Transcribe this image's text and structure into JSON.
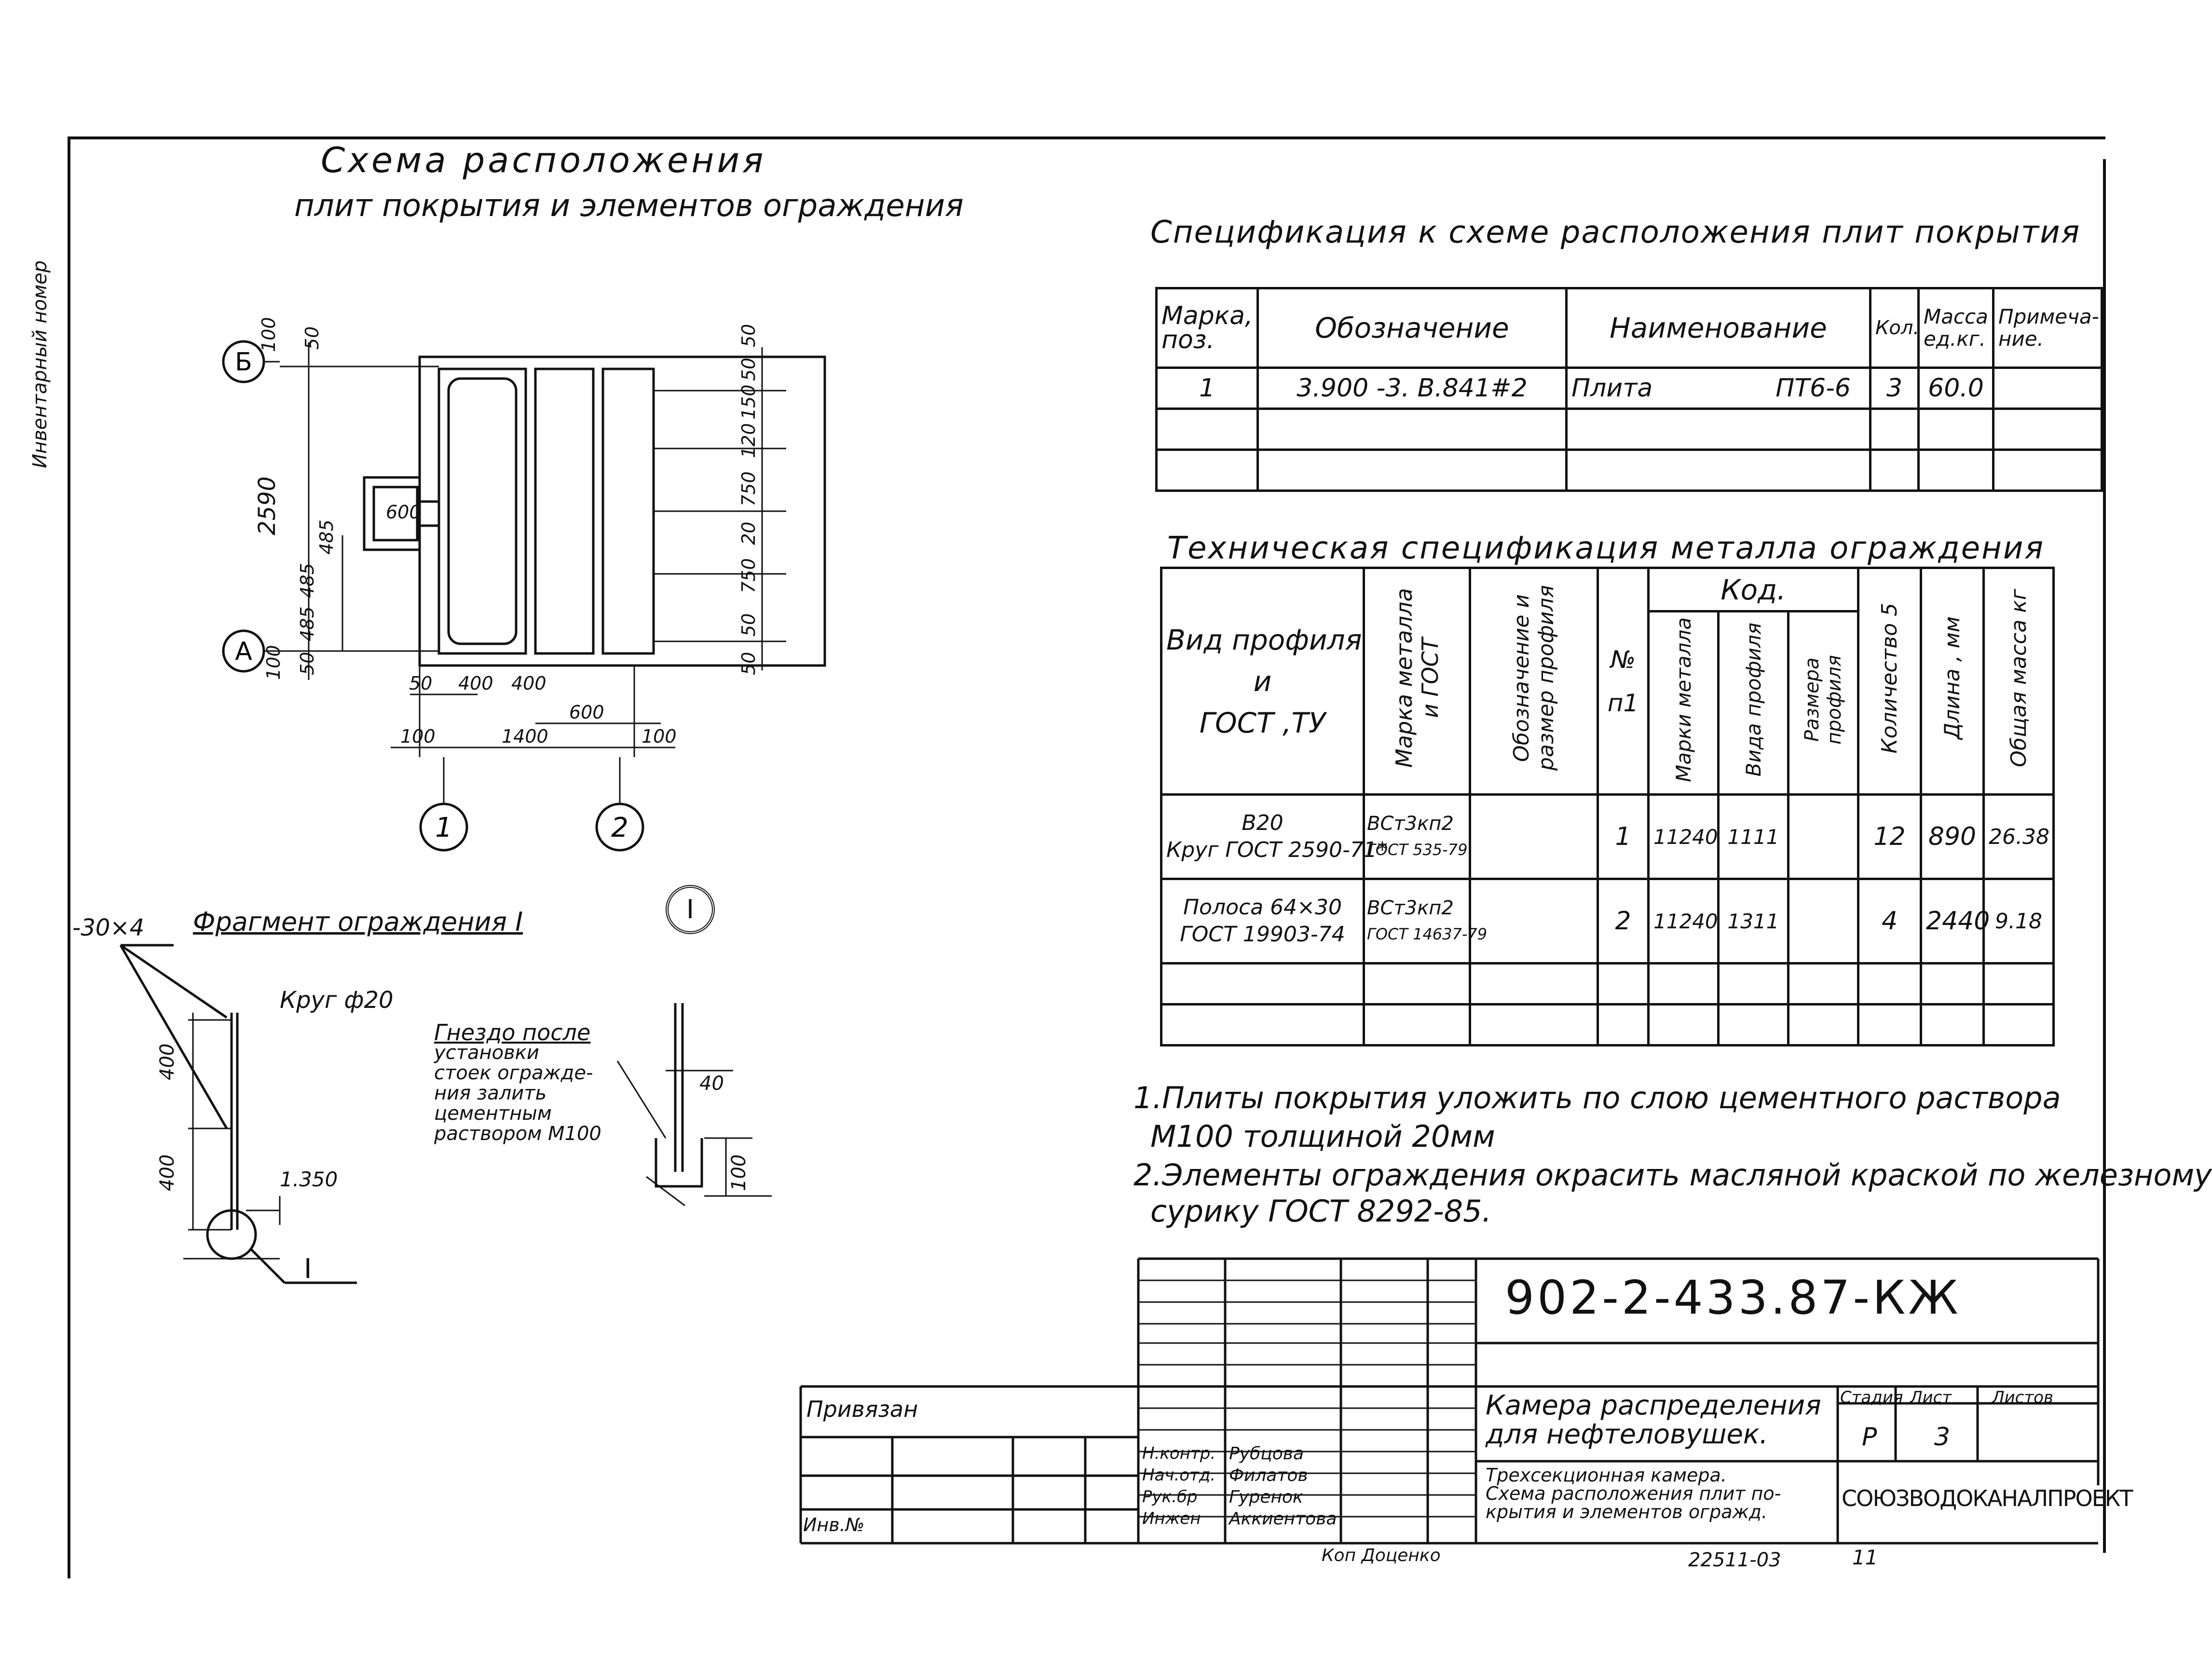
{
  "side_stamp": "Инвентарный номер",
  "scheme": {
    "title_line1": "Схема расположения",
    "title_line2": "плит покрытия и элементов ограждения",
    "axis_b": "Б",
    "axis_a": "А",
    "axis_1": "1",
    "axis_2": "2",
    "dims": {
      "d100_top": "100",
      "d50_top": "50",
      "d2590": "2590",
      "d485a": "485",
      "d485b": "485",
      "d485c": "485",
      "d600_box": "600",
      "d100_bot": "100",
      "d50_bot": "50",
      "r50_a": "50",
      "r50_b": "50",
      "r150": "150",
      "r120": "120",
      "r750_a": "750",
      "r20": "20",
      "r750_b": "750",
      "r50_c": "50",
      "r50_d": "50",
      "b50": "50",
      "b400a": "400",
      "b400b": "400",
      "b600": "600",
      "b100a": "100",
      "b1400": "1400",
      "b100b": "100"
    }
  },
  "fragment": {
    "title": "Фрагмент ограждения I",
    "strip_label": "-30×4",
    "round_label": "Круг ф20",
    "d400a": "400",
    "d400b": "400",
    "level": "1.350",
    "ref": "I",
    "callout": "I",
    "socket_note": [
      "Гнездо после",
      "установки",
      "стоек огражде-",
      "ния залить",
      "цементным",
      "раствором М100"
    ],
    "d40": "40",
    "d100": "100"
  },
  "spec1": {
    "title": "Спецификация к схеме расположения плит покрытия",
    "headers": [
      "Марка, поз.",
      "Обозначение",
      "Наименование",
      "Кол.",
      "Масса ед.кг.",
      "Примеча-ние."
    ],
    "rows": [
      {
        "mark": "1",
        "designation": "3.900 -3. В.841#2",
        "name": "Плита",
        "name_code": "ПТ6-6",
        "qty": "3",
        "mass": "60.0",
        "note": ""
      }
    ]
  },
  "spec2": {
    "title": "Техническая спецификация металла ограждения",
    "headers": {
      "profile": [
        "Вид профиля",
        "и",
        "ГОСТ ,ТУ"
      ],
      "steel": "Марка металла и ГОСТ",
      "designation": "Обозначение и размер профиля",
      "num": [
        "№",
        "п1"
      ],
      "code_group": "Код.",
      "code_steel": "Марки металла",
      "code_type": "Вида профиля",
      "code_size": "Размера профиля",
      "qty": "Количество 5",
      "length": "Длина , мм",
      "mass": "Общая масса кг"
    },
    "rows": [
      {
        "profile_a": "В20",
        "profile_b": "Круг ГОСТ 2590-71*",
        "steel_a": "ВСт3кп2",
        "steel_b": "ГОСТ 535-79",
        "designation": "",
        "num": "1",
        "code_steel": "11240",
        "code_type": "1111",
        "code_size": "",
        "qty": "12",
        "length": "890",
        "mass": "26.38"
      },
      {
        "profile_a": "Полоса 64×30",
        "profile_b": "ГОСТ 19903-74",
        "steel_a": "ВСт3кп2",
        "steel_b": "ГОСТ 14637-79",
        "designation": "",
        "num": "2",
        "code_steel": "11240",
        "code_type": "1311",
        "code_size": "",
        "qty": "4",
        "length": "2440",
        "mass": "9.18"
      }
    ]
  },
  "notes": {
    "n1_line1": "1.Плиты покрытия уложить по слою цементного раствора",
    "n1_line2": "М100 толщиной 20мм",
    "n2_line1": "2.Элементы ограждения окрасить масляной краской по железному",
    "n2_line2": "сурику ГОСТ 8292-85."
  },
  "titleblock": {
    "code": "902-2-433.87-КЖ",
    "privyazan": "Привязан",
    "inv": "Инв.№",
    "roles": [
      "Н.контр.",
      "Нач.отд.",
      "Рук.бр",
      "Инжен"
    ],
    "names": [
      "Рубцова",
      "Филатов",
      "Гуренок",
      "Аккиентова"
    ],
    "project_line1": "Камера распределения",
    "project_line2": "для нефтеловушек.",
    "sheet_line1": "Трехсекционная камера.",
    "sheet_line2": "Схема расположения плит по-",
    "sheet_line3": "крытия и элементов огражд.",
    "stage_label": "Стадия",
    "sheet_label": "Лист",
    "sheets_label": "Листов",
    "stage": "Р",
    "sheet": "3",
    "sheets": "",
    "org": "СОЮЗВОДОКАНАЛПРОЕКТ",
    "copied": "Коп  Доценко",
    "order": "22511-03",
    "page": "11"
  }
}
